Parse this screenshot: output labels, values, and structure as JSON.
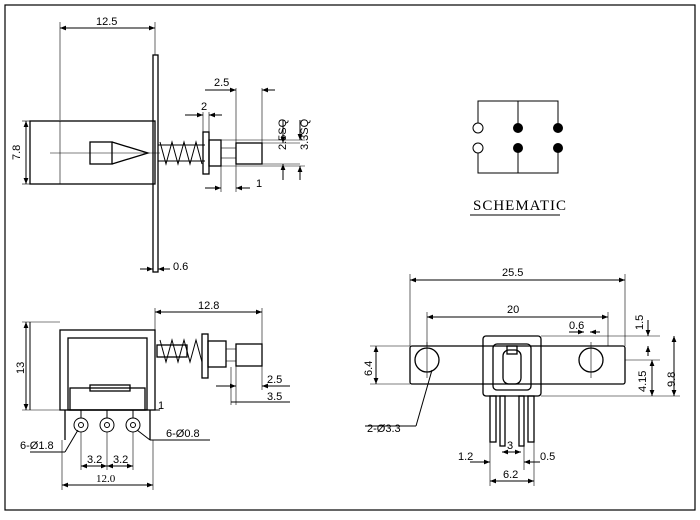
{
  "drawing": {
    "title": "SCHEMATIC",
    "top_view": {
      "width": "12.5",
      "height": "7.8",
      "plunger_len": "2.5",
      "collar": "2",
      "sq_small": "2.5SQ",
      "sq_large": "3.3SQ",
      "gap": "1",
      "plate_thk": "0.6"
    },
    "front_view": {
      "plunger_len": "12.8",
      "height": "13",
      "knob_a": "2.5",
      "knob_b": "3.5",
      "tab": "1",
      "pin_spacing_a": "3.2",
      "pin_spacing_b": "3.2",
      "body_width": "12.0",
      "hole_large": "6-Ø1.8",
      "hole_small": "6-Ø0.8"
    },
    "side_view": {
      "overall": "25.5",
      "hole_spacing": "20",
      "slot": "0.6",
      "top_gap": "1.5",
      "hole_height": "6.4",
      "mid_height": "4.15",
      "total_height": "9.8",
      "mount_holes": "2-Ø3.3",
      "pin_gap": "3",
      "pin_offset": "1.2",
      "pin_width": "0.5",
      "pin_span": "6.2"
    }
  }
}
